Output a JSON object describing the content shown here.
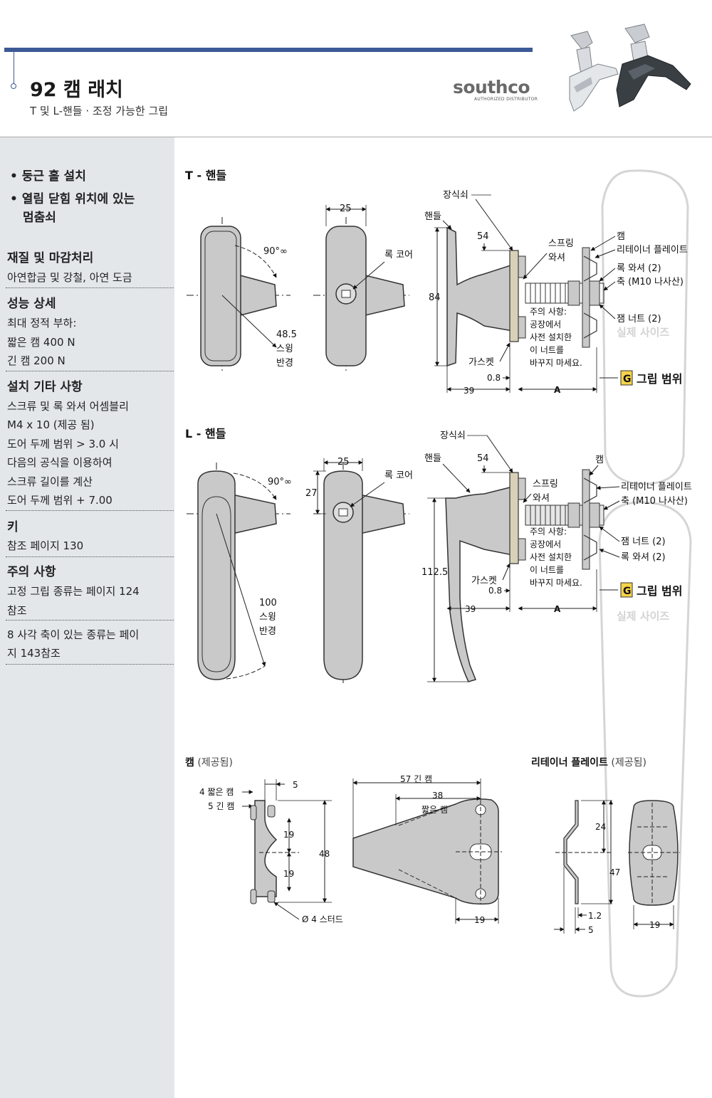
{
  "header": {
    "title": "92 캠 래치",
    "subtitle": "T 및 L-핸들 · 조정 가능한 그립",
    "brand": "southco",
    "brand_sub": "AUTHORIZED DISTRIBUTOR"
  },
  "sidebar": {
    "bullets": [
      "둥근 홀 설치",
      "열림 닫힘 위치에 있는",
      "멈춤쇠"
    ],
    "material_title": "재질 및 마감처리",
    "material_text": "아연합금 및 강철, 아연 도금",
    "perf_title": "성능 상세",
    "perf_lines": [
      "최대 정적 부하:",
      "짧은 캠 400 N",
      "긴 캠 200 N"
    ],
    "install_title": "설치 기타 사항",
    "install_lines": [
      "스크류 및 록 와셔 어셈블리",
      "M4 x 10 (제공 됨)",
      "도어 두께 범위 > 3.0 시",
      "다음의 공식을 이용하여",
      "스크류 길이를 계산",
      "도어 두께 범위 + 7.00"
    ],
    "key_title": "키",
    "key_text": "참조 페이지 130",
    "note_title": "주의 사항",
    "note_lines": [
      "고정 그립 종류는 페이지 124",
      "참조"
    ],
    "extra_lines": [
      "8 사각 축이 있는 종류는 페이",
      "지 143참조"
    ]
  },
  "t_handle": {
    "title": "T - 핸들",
    "angle": "90°∞",
    "width": "25",
    "lock_core": "록 코어",
    "swing": [
      "48.5",
      "스윙",
      "반경"
    ],
    "escutcheon": "장식쇠",
    "handle": "핸들",
    "dim_54": "54",
    "dim_84": "84",
    "spring": [
      "스프링",
      "와셔"
    ],
    "cam": "캠",
    "retainer": "리테이너 플레이트",
    "lock_washer": "록 와셔 (2)",
    "shaft": "축 (M10 나사산)",
    "note": [
      "주의 사항:",
      "공장에서",
      "사전 설치한",
      "이 너트를",
      "바꾸지 마세요."
    ],
    "jam_nut": "잼 너트 (2)",
    "gasket": "가스켓",
    "dim_08": "0.8",
    "dim_39": "39",
    "dim_a": "A",
    "grip_g": "G",
    "grip_range": "그립 범위",
    "actual_size": "실제 사이즈"
  },
  "l_handle": {
    "title": "L - 핸들",
    "angle": "90°∞",
    "width": "25",
    "dim_27": "27",
    "lock_core": "록 코어",
    "swing": [
      "100",
      "스윙",
      "반경"
    ],
    "escutcheon": "장식쇠",
    "handle": "핸들",
    "dim_54": "54",
    "dim_1125": "112.5",
    "spring": [
      "스프링",
      "와셔"
    ],
    "cam": "캠",
    "retainer": "리테이너 플레이트",
    "shaft": "축 (M10 나사산)",
    "note": [
      "주의 사항:",
      "공장에서",
      "사전 설치한",
      "이 너트를",
      "바꾸지 마세요."
    ],
    "jam_nut": "잼 너트 (2)",
    "lock_washer": "록 와셔 (2)",
    "gasket": "가스켓",
    "dim_08": "0.8",
    "dim_39": "39",
    "dim_a": "A",
    "grip_g": "G",
    "grip_range": "그립 범위",
    "actual_size": "실제 사이즈"
  },
  "cam_section": {
    "title": "캠",
    "supplied": "(제공됨)",
    "short_cam": "4 짧은 캠",
    "long_cam": "5 긴 캠",
    "dim_5": "5",
    "dim_19a": "19",
    "dim_19b": "19",
    "dim_48": "48",
    "stud": "Ø 4 스터드",
    "dim_57": "57 긴 캠",
    "dim_38": "38",
    "short_cam2": "짧은 캠",
    "dim_19c": "19"
  },
  "retainer_section": {
    "title": "리테이너 플레이트",
    "supplied": "(제공됨)",
    "dim_24": "24",
    "dim_47": "47",
    "dim_12": "1.2",
    "dim_5": "5",
    "dim_19": "19"
  }
}
